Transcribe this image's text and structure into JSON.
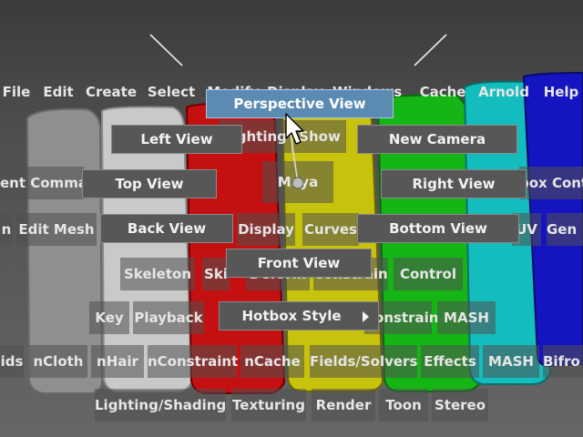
{
  "window": {
    "colors": {
      "active_item": "#5b8bb3",
      "menu_item": "#575757"
    }
  },
  "menubar": {
    "items": [
      "File",
      "Edit",
      "Create",
      "Select",
      "Modify",
      "Display",
      "Windows",
      "Cache",
      "Arnold",
      "Help"
    ]
  },
  "hotbox": {
    "row2": {
      "lighting": "Lighting",
      "show": "Show"
    },
    "row3": {
      "left": "ent Comman",
      "center": "Maya",
      "right": "box Cont"
    },
    "row4": {
      "items": [
        "Edit Mesh",
        "Display",
        "Curves",
        "UV",
        "Gen"
      ],
      "left_cut": "n"
    },
    "row5": {
      "items": [
        "Skeleton",
        "Ski",
        "Deform",
        "Constrain",
        "Control"
      ]
    },
    "row6": {
      "items": [
        "Key",
        "Playback",
        "Constrain",
        "MASH"
      ]
    },
    "row7": {
      "items": [
        "ids",
        "nCloth",
        "nHair",
        "nConstraint",
        "nCache",
        "Fields/Solvers",
        "Effects",
        "MASH",
        "Bifro"
      ]
    },
    "row8": {
      "items": [
        "Lighting/Shading",
        "Texturing",
        "Render",
        "Toon",
        "Stereo"
      ]
    }
  },
  "marking_menu": {
    "perspective": "Perspective View",
    "left": "Left View",
    "new_camera": "New Camera",
    "top": "Top View",
    "right": "Right View",
    "back": "Back View",
    "bottom": "Bottom View",
    "front": "Front View",
    "hotbox_style": "Hotbox Style",
    "hotbox_style_icon": "chevron-right-icon"
  },
  "icons": {
    "cursor": "mouse-pointer-icon"
  }
}
